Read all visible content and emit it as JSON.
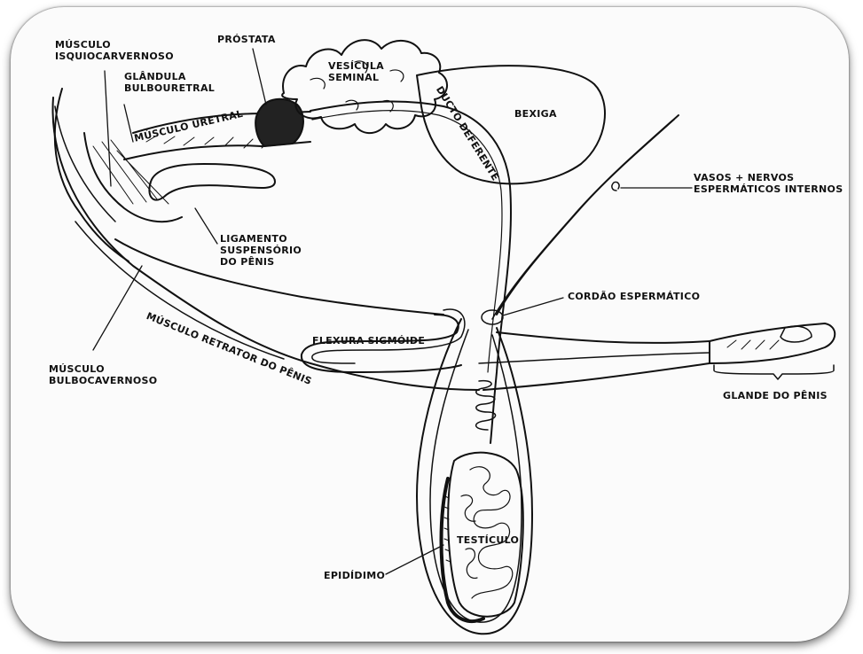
{
  "labels": {
    "isquio": [
      "MÚSCULO",
      "ISQUIOCARVERNOSO"
    ],
    "bulbouretral": [
      "GLÂNDULA",
      "BULBOURETRAL"
    ],
    "prostata": "PRÓSTATA",
    "vesicula": [
      "VESÍCULA",
      "SEMINAL"
    ],
    "ducto": "DUCTO DEFERENTE",
    "bexiga": "BEXIGA",
    "uretral": "MÚSCULO URETRAL",
    "vasos": [
      "VASOS + NERVOS",
      "ESPERMÁTICOS INTERNOS"
    ],
    "ligamento": [
      "LIGAMENTO",
      "SUSPENSÓRIO",
      "DO PÊNIS"
    ],
    "cordao": "CORDÃO ESPERMÁTICO",
    "flexura": "FLEXURA SIGMÓIDE",
    "retrator": "MÚSCULO RETRATOR DO PÊNIS",
    "bulbocav": [
      "MÚSCULO",
      "BULBOCAVERNOSO"
    ],
    "glande": "GLANDE DO PÊNIS",
    "testiculo": "TESTÍCULO",
    "epididimo": "EPIDÍDIMO"
  },
  "colors": {
    "ink": "#111111",
    "paper": "#fbfbfb"
  }
}
